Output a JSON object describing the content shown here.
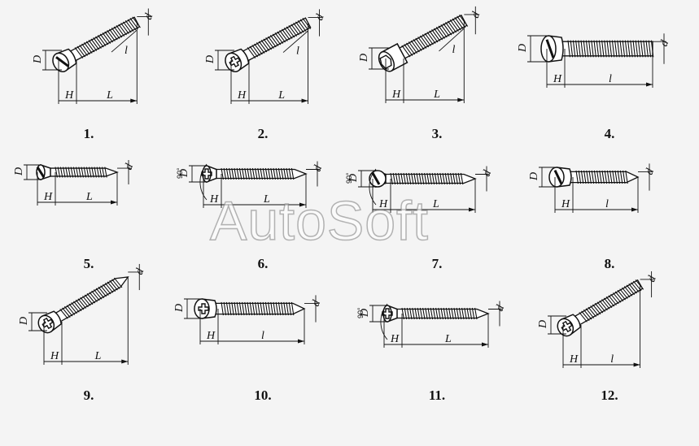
{
  "figures": [
    {
      "caption": "1.",
      "head": "cheese",
      "drive": "slot",
      "labels": {
        "D": "D",
        "H": "H",
        "L": "L",
        "l": "l",
        "d": "d"
      }
    },
    {
      "caption": "2.",
      "head": "cheese",
      "drive": "cross",
      "labels": {
        "D": "D",
        "H": "H",
        "L": "L",
        "l": "l",
        "d": "d"
      }
    },
    {
      "caption": "3.",
      "head": "socket",
      "drive": "hex",
      "labels": {
        "D": "D",
        "H": "H",
        "L": "L",
        "l": "l",
        "d": "d"
      }
    },
    {
      "caption": "4.",
      "head": "pan",
      "drive": "slot",
      "labels": {
        "D": "D",
        "H": "H",
        "l": "l",
        "d": "d"
      }
    },
    {
      "caption": "5.",
      "head": "csk",
      "drive": "slot",
      "labels": {
        "D": "D",
        "H": "H",
        "L": "L",
        "d": "d"
      }
    },
    {
      "caption": "6.",
      "head": "csk",
      "drive": "cross",
      "labels": {
        "angle": "90°",
        "D": "D",
        "H": "H",
        "L": "L",
        "d": "d"
      }
    },
    {
      "caption": "7.",
      "head": "raised",
      "drive": "slot",
      "labels": {
        "angle": "90°",
        "D": "D",
        "H": "H",
        "L": "L",
        "d": "d"
      }
    },
    {
      "caption": "8.",
      "head": "pan",
      "drive": "slot",
      "labels": {
        "D": "D",
        "H": "H",
        "l": "l",
        "d": "d"
      }
    },
    {
      "caption": "9.",
      "head": "pan",
      "drive": "cross",
      "labels": {
        "D": "D",
        "H": "H",
        "L": "L",
        "d": "d"
      }
    },
    {
      "caption": "10.",
      "head": "pan",
      "drive": "cross",
      "labels": {
        "D": "D",
        "H": "H",
        "l": "l",
        "d": "d"
      }
    },
    {
      "caption": "11.",
      "head": "csk",
      "drive": "cross",
      "labels": {
        "angle": "90°",
        "D": "D",
        "H": "H",
        "L": "L",
        "d": "d"
      }
    },
    {
      "caption": "12.",
      "head": "pan",
      "drive": "cross",
      "labels": {
        "D": "D",
        "H": "H",
        "l": "l",
        "d": "d"
      }
    }
  ],
  "watermark": "AutoSoft"
}
